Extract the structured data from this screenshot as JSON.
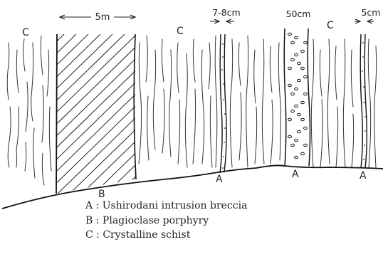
{
  "dimensions": {
    "width_label": "5m",
    "dike_a1_width": "7-8cm",
    "dike_a2_width": "50cm",
    "dike_a3_width": "5cm"
  },
  "labels": {
    "c_left": "C",
    "c_middle": "C",
    "c_right": "C",
    "a1": "A",
    "a2": "A",
    "a3": "A",
    "b": "B"
  },
  "legend": [
    {
      "key": "A",
      "text": "Ushirodani intrusion breccia"
    },
    {
      "key": "B",
      "text": "Plagioclase porphyry"
    },
    {
      "key": "C",
      "text": "Crystalline schist"
    }
  ]
}
